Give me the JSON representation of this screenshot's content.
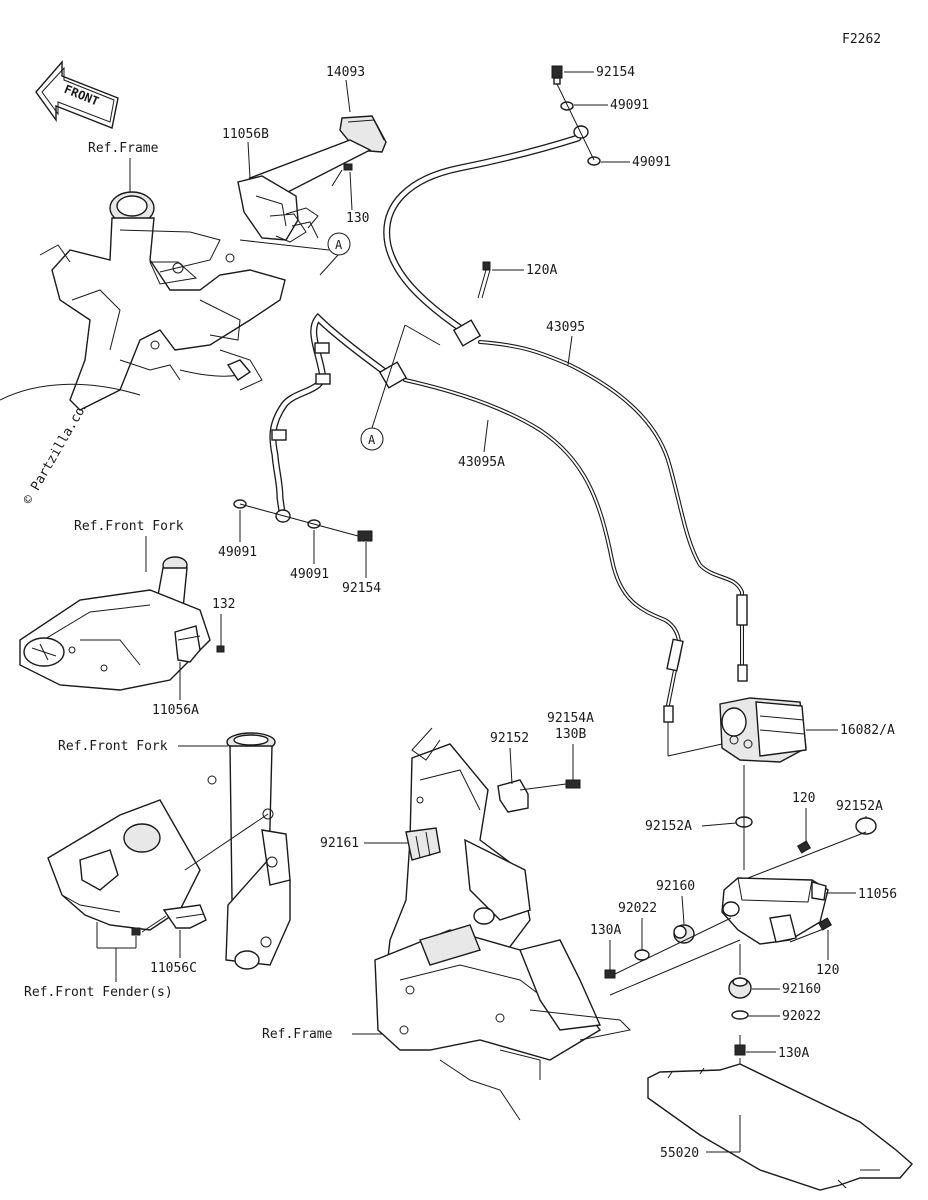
{
  "figure_code": "F2262",
  "front_arrow_label": "FRONT",
  "watermark": "© Partzilla.com",
  "callout_letter": "A",
  "parts": [
    {
      "id": "p14093",
      "number": "14093"
    },
    {
      "id": "p11056B",
      "number": "11056B"
    },
    {
      "id": "p130_top",
      "number": "130"
    },
    {
      "id": "p92154_top",
      "number": "92154"
    },
    {
      "id": "p49091_top1",
      "number": "49091"
    },
    {
      "id": "p49091_top2",
      "number": "49091"
    },
    {
      "id": "p120A",
      "number": "120A"
    },
    {
      "id": "p43095",
      "number": "43095"
    },
    {
      "id": "p43095A",
      "number": "43095A"
    },
    {
      "id": "p49091_bl1",
      "number": "49091"
    },
    {
      "id": "p49091_bl2",
      "number": "49091"
    },
    {
      "id": "p92154_bot",
      "number": "92154"
    },
    {
      "id": "p132",
      "number": "132"
    },
    {
      "id": "p11056A",
      "number": "11056A"
    },
    {
      "id": "p11056C",
      "number": "11056C"
    },
    {
      "id": "p92152",
      "number": "92152"
    },
    {
      "id": "p92154A",
      "number": "92154A"
    },
    {
      "id": "p130B",
      "number": "130B"
    },
    {
      "id": "p92161",
      "number": "92161"
    },
    {
      "id": "p16082A",
      "number": "16082/A"
    },
    {
      "id": "p92152A_l",
      "number": "92152A"
    },
    {
      "id": "p92152A_r",
      "number": "92152A"
    },
    {
      "id": "p120_top",
      "number": "120"
    },
    {
      "id": "p120_bot",
      "number": "120"
    },
    {
      "id": "p11056",
      "number": "11056"
    },
    {
      "id": "p92160_top",
      "number": "92160"
    },
    {
      "id": "p92022_top",
      "number": "92022"
    },
    {
      "id": "p130A_l",
      "number": "130A"
    },
    {
      "id": "p92160_bot",
      "number": "92160"
    },
    {
      "id": "p92022_bot",
      "number": "92022"
    },
    {
      "id": "p130A_bot",
      "number": "130A"
    },
    {
      "id": "p55020",
      "number": "55020"
    }
  ],
  "references": [
    {
      "id": "ref_frame_top",
      "text": "Ref.Frame"
    },
    {
      "id": "ref_front_fork_top",
      "text": "Ref.Front Fork"
    },
    {
      "id": "ref_front_fork_mid",
      "text": "Ref.Front Fork"
    },
    {
      "id": "ref_front_fender",
      "text": "Ref.Front Fender(s)"
    },
    {
      "id": "ref_frame_bot",
      "text": "Ref.Frame"
    }
  ]
}
